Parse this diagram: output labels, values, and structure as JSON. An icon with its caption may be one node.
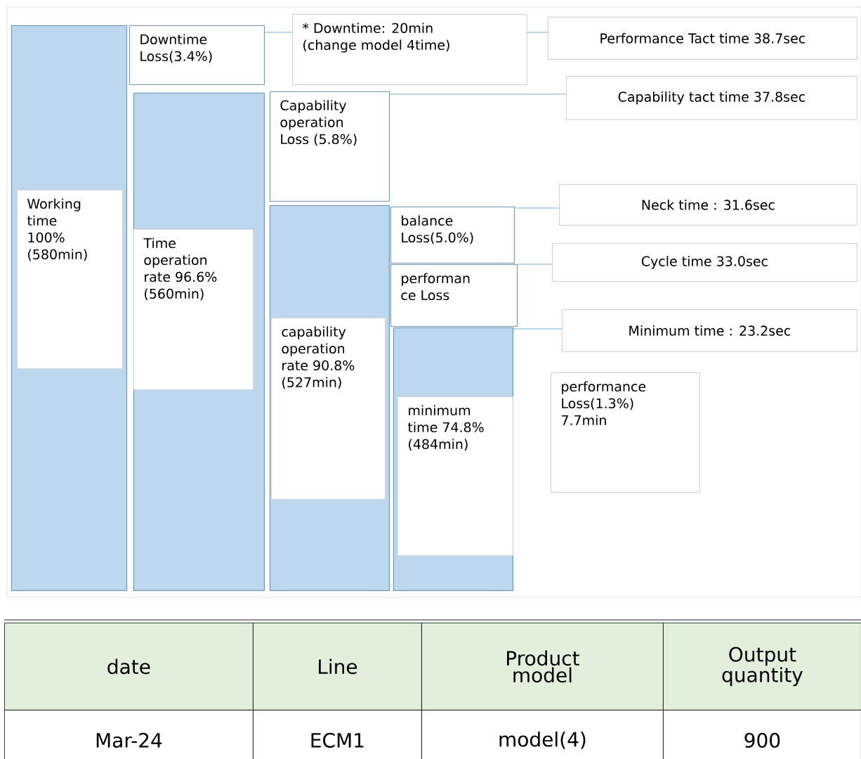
{
  "diagram": {
    "nodes": [
      {
        "text": [],
        "shape": "bar"
      },
      {
        "text": [
          "Working time 100% (580min)"
        ],
        "in": 0
      },
      {
        "text": [
          "Downtime Loss(3.4%)"
        ]
      },
      {
        "text": [],
        "shape": "bar"
      },
      {
        "text": [
          "Time operation rate 96.6% (560min)"
        ],
        "in": 3
      },
      {
        "text": [
          "* Downtime: 20min (change model 4time)"
        ]
      },
      {
        "text": [
          "Performance Tact time 38.7sec"
        ]
      },
      {
        "text": [
          "Capability operation Loss (5.8%)"
        ]
      },
      {
        "text": [],
        "shape": "bar"
      },
      {
        "text": [
          "capability operation rate 90.8% (527min)"
        ],
        "in": 8
      },
      {
        "text": [
          "Capability tact time 37.8sec"
        ]
      },
      {
        "text": [
          "balance Loss(5.0%)"
        ]
      },
      {
        "text": [
          "performan ce Loss"
        ]
      },
      {
        "text": [
          "Neck time : 31.6sec"
        ]
      },
      {
        "text": [
          "Cycle time 33.0sec"
        ]
      },
      {
        "text": [],
        "shape": "bar"
      },
      {
        "text": [
          "minimum time 74.8% (484min)"
        ],
        "in": 15
      },
      {
        "text": [
          "Minimum time : 23.2sec"
        ]
      },
      {
        "text": [
          "performance Loss(1.3%) 7.7min"
        ]
      }
    ],
    "edges": [
      {
        "from": 2,
        "to": 5,
        "arrow": "none"
      },
      {
        "from": 5,
        "to": 6,
        "arrow": "none"
      },
      {
        "from": 7,
        "to": 10,
        "arrow": "none"
      },
      {
        "from": 11,
        "to": 13,
        "arrow": "none"
      },
      {
        "from": 12,
        "to": 14,
        "arrow": "none"
      },
      {
        "from": 15,
        "to": 17,
        "arrow": "none"
      }
    ],
    "labels": [
      "date",
      "Line",
      "Product model",
      "Output quantity",
      "Mar-24",
      "ECM1",
      "model(4)",
      "900"
    ]
  }
}
